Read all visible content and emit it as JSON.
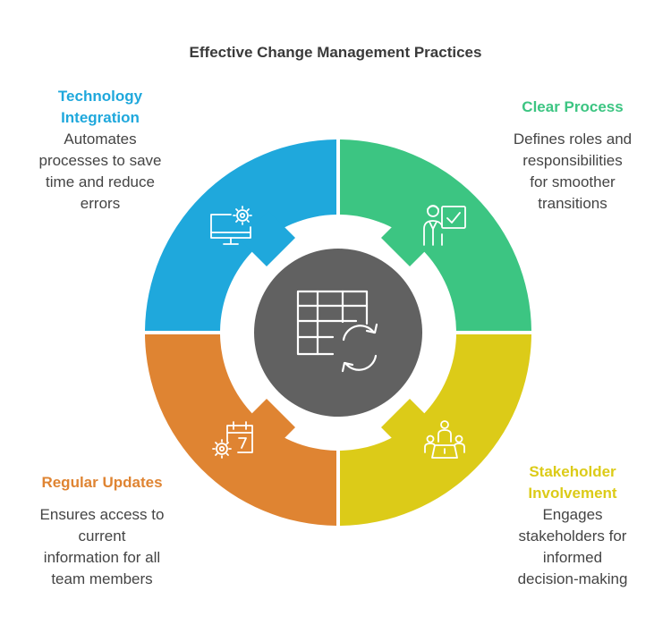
{
  "title": "Effective Change Management Practices",
  "colors": {
    "technology": "#1fa8dc",
    "clear_process": "#3cc582",
    "stakeholder": "#dccb18",
    "updates": "#df8432",
    "center": "#616161"
  },
  "segments": [
    {
      "key": "technology",
      "title_lines": [
        "Technology",
        "Integration"
      ],
      "description_lines": [
        "Automates",
        "processes to save",
        "time and reduce",
        "errors"
      ],
      "icon": "monitor-gear-icon"
    },
    {
      "key": "clear_process",
      "title_lines": [
        "Clear Process"
      ],
      "description_lines": [
        "Defines roles and",
        "responsibilities",
        "for smoother",
        "transitions"
      ],
      "icon": "presenter-check-icon"
    },
    {
      "key": "stakeholder",
      "title_lines": [
        "Stakeholder",
        "Involvement"
      ],
      "description_lines": [
        "Engages",
        "stakeholders for",
        "informed",
        "decision-making"
      ],
      "icon": "meeting-table-icon"
    },
    {
      "key": "updates",
      "title_lines": [
        "Regular Updates"
      ],
      "description_lines": [
        "Ensures access to",
        "current",
        "information for all",
        "team members"
      ],
      "icon": "calendar-gear-icon"
    }
  ],
  "center_icon": "spreadsheet-sync-icon"
}
